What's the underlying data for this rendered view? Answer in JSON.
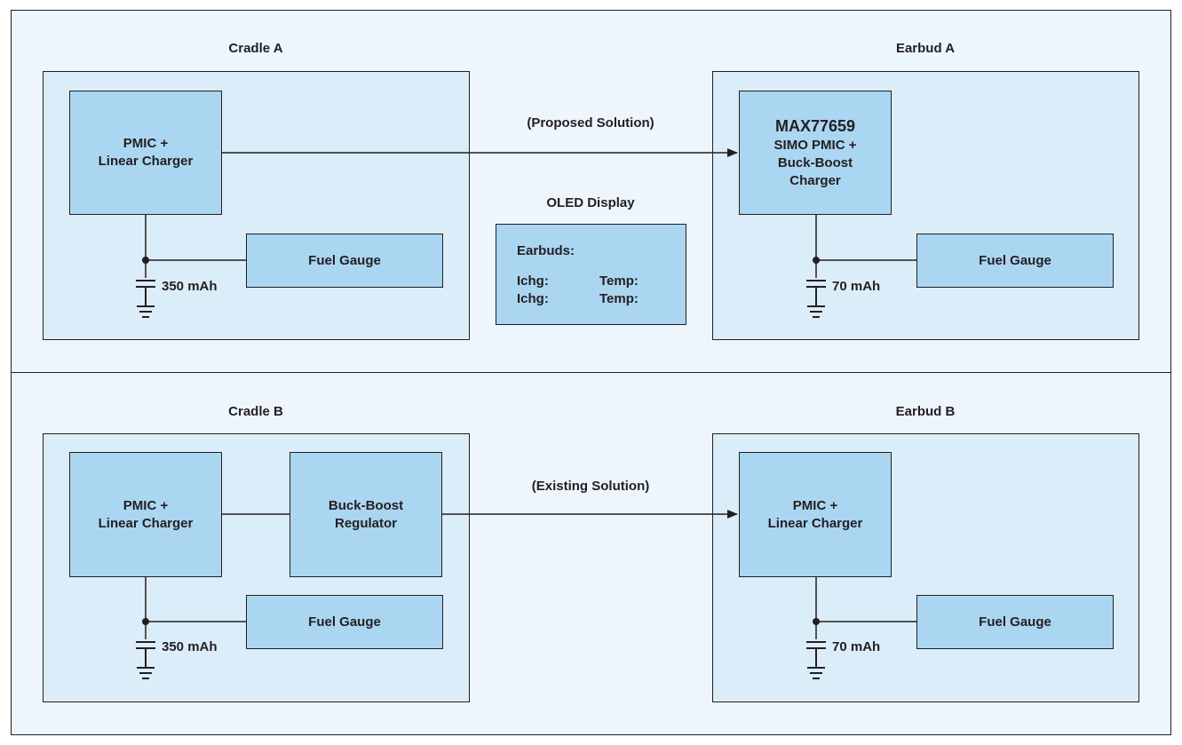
{
  "panels": [
    {
      "cradle": {
        "title": "Cradle A",
        "charger": [
          "PMIC +",
          "Linear Charger"
        ],
        "fuel_gauge": "Fuel Gauge",
        "battery": "350 mAh"
      },
      "link_label": "(Proposed Solution)",
      "earbud": {
        "title": "Earbud A",
        "charger_part": "MAX77659",
        "charger": [
          "SIMO PMIC +",
          "Buck-Boost",
          "Charger"
        ],
        "fuel_gauge": "Fuel Gauge",
        "battery": "70 mAh"
      },
      "oled": {
        "title": "OLED Display",
        "header": "Earbuds:",
        "rows": [
          {
            "left": "Ichg:",
            "right": "Temp:"
          },
          {
            "left": "Ichg:",
            "right": "Temp:"
          }
        ]
      }
    },
    {
      "cradle": {
        "title": "Cradle B",
        "charger": [
          "PMIC +",
          "Linear Charger"
        ],
        "regulator": [
          "Buck-Boost",
          "Regulator"
        ],
        "fuel_gauge": "Fuel Gauge",
        "battery": "350 mAh"
      },
      "link_label": "(Existing Solution)",
      "earbud": {
        "title": "Earbud B",
        "charger": [
          "PMIC +",
          "Linear Charger"
        ],
        "fuel_gauge": "Fuel Gauge",
        "battery": "70 mAh"
      }
    }
  ],
  "colors": {
    "panel_bg": "#edf6fd",
    "group_bg": "#dcedfa",
    "block_fill": "#aad6f2",
    "line": "#231f20"
  }
}
